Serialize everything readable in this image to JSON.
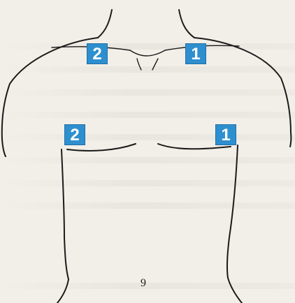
{
  "figure": {
    "badges": {
      "upper_right": "2",
      "upper_left": "1",
      "lower_right": "2",
      "lower_left": "1"
    },
    "navel_mark": "9"
  },
  "colors": {
    "badge_fill": "#2e8fcf",
    "badge_text": "#ffffff",
    "outline": "#1b1b1b",
    "paper": "#f2efe8"
  }
}
